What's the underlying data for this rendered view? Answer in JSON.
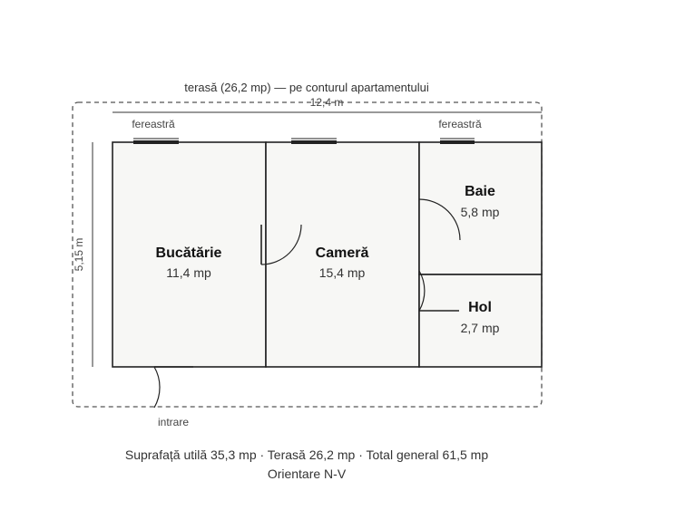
{
  "terrace_note": "terasă (26,2 mp) — pe conturul apartamentului",
  "dimensions": {
    "width": "12,4 m",
    "height": "5,15 m"
  },
  "window_label": "fereastră",
  "entrance_label": "intrare",
  "rooms": [
    {
      "name": "Bucătărie",
      "area": "11,4 mp"
    },
    {
      "name": "Cameră",
      "area": "15,4 mp"
    },
    {
      "name": "Baie",
      "area": "5,8 mp"
    },
    {
      "name": "Hol",
      "area": "2,7 mp"
    }
  ],
  "summary": {
    "line1": "Suprafață utilă 35,3 mp · Terasă 26,2 mp · Total general 61,5 mp",
    "line2": "Orientare N-V"
  }
}
